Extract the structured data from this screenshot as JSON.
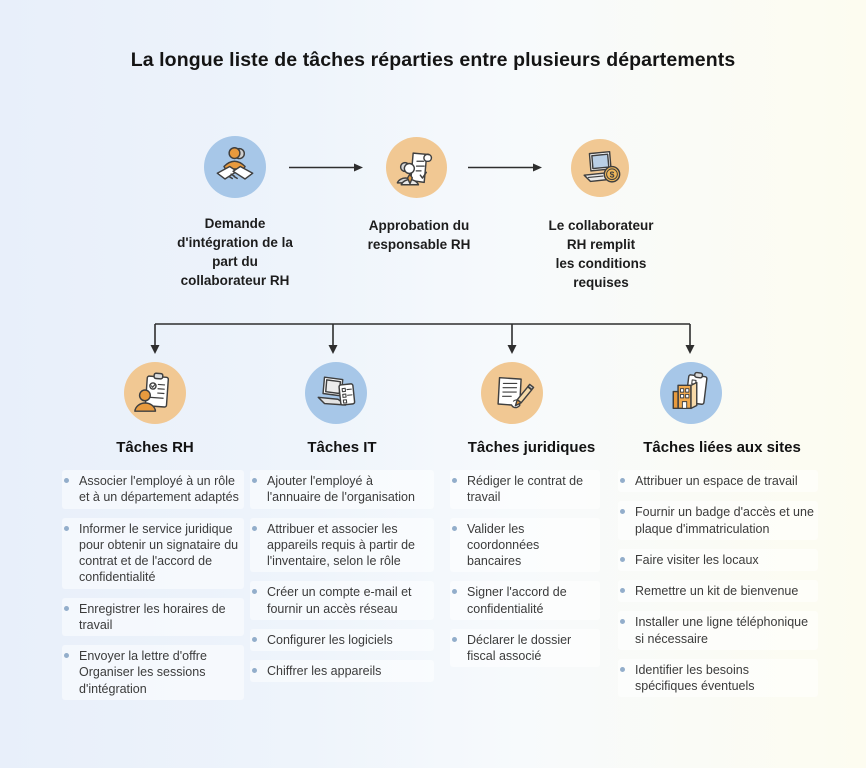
{
  "page": {
    "title": "La longue liste de tâches réparties entre plusieurs départements",
    "background_left_color": "#e8effa",
    "background_right_color": "#fdfcf0"
  },
  "colors": {
    "circle_blue": "#a7c7e8",
    "circle_tan": "#f1c893",
    "bullet_dot": "#93aecb",
    "body_text": "#3b3b3b",
    "heading_text": "#141414",
    "arrow": "#2e2e2e",
    "person_orange": "#e89a3e"
  },
  "flow": {
    "coin_symbol": "$",
    "steps": [
      {
        "label": "Demande\nd'intégration de la\npart du\ncollaborateur RH",
        "icon": "handshake-icon",
        "circle_color": "#a7c7e8"
      },
      {
        "label": "Approbation du\nresponsable RH",
        "icon": "document-approval-icon",
        "circle_color": "#f1c893"
      },
      {
        "label": "Le collaborateur\nRH remplit\nles conditions\nrequises",
        "icon": "laptop-money-icon",
        "circle_color": "#f1c893"
      }
    ]
  },
  "columns": [
    {
      "title": "Tâches RH",
      "icon": "clipboard-person-icon",
      "circle_color": "#f1c893",
      "items": [
        "Associer l'employé à un rôle et à un département adaptés",
        "Informer le service juridique pour obtenir un signataire du contrat et de l'accord de confidentialité",
        "Enregistrer les horaires de travail",
        "Envoyer la lettre d'offre Organiser les sessions d'intégration"
      ]
    },
    {
      "title": "Tâches IT",
      "icon": "laptop-checklist-icon",
      "circle_color": "#a7c7e8",
      "items": [
        "Ajouter l'employé à l'annuaire de l'organisation",
        "Attribuer et associer les appareils requis à partir de l'inventaire, selon le rôle",
        "Créer un compte e-mail et fournir un accès réseau",
        "Configurer les logiciels",
        "Chiffrer les appareils"
      ]
    },
    {
      "title": "Tâches juridiques",
      "icon": "contract-pencil-icon",
      "circle_color": "#f1c893",
      "items": [
        "Rédiger le contrat de travail",
        "Valider les coordonnées bancaires",
        "Signer l'accord de confidentialité",
        "Déclarer le dossier fiscal associé"
      ]
    },
    {
      "title": "Tâches liées aux sites",
      "icon": "building-clipboard-icon",
      "circle_color": "#a7c7e8",
      "items": [
        "Attribuer un espace de travail",
        "Fournir un badge d'accès et une plaque d'immatriculation",
        "Faire visiter les locaux",
        "Remettre un kit de bienvenue",
        "Installer une ligne téléphonique si nécessaire",
        "Identifier les besoins spécifiques éventuels"
      ]
    }
  ]
}
